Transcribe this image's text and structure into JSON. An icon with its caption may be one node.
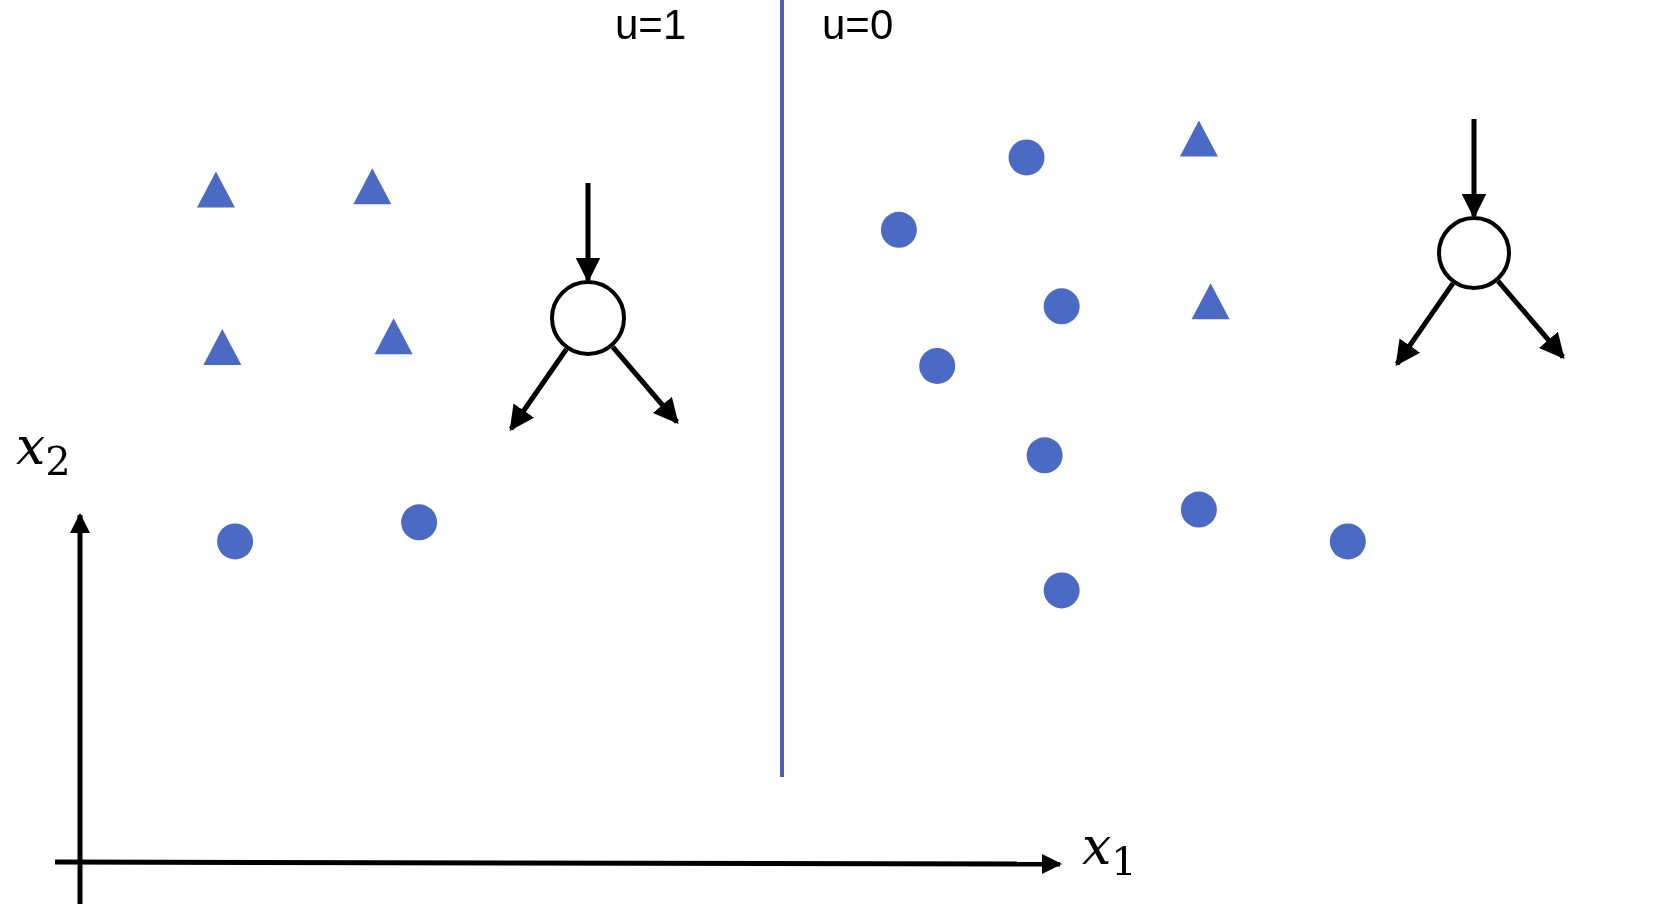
{
  "diagram": {
    "nodes": [
      {
        "text": [],
        "shape": "circle"
      },
      {
        "text": [],
        "shape": "circle"
      }
    ],
    "edges": [
      {
        "from": null,
        "to": 0,
        "arrow": "to"
      },
      {
        "from": 0,
        "to": null,
        "arrow": "to"
      },
      {
        "from": 0,
        "to": null,
        "arrow": "to"
      },
      {
        "from": null,
        "to": 1,
        "arrow": "to"
      },
      {
        "from": 1,
        "to": null,
        "arrow": "to"
      },
      {
        "from": 1,
        "to": null,
        "arrow": "to"
      }
    ],
    "labels": [
      "u=1",
      "u=0",
      "*x*$_{2}$",
      "*x*$_{1}$"
    ]
  }
}
